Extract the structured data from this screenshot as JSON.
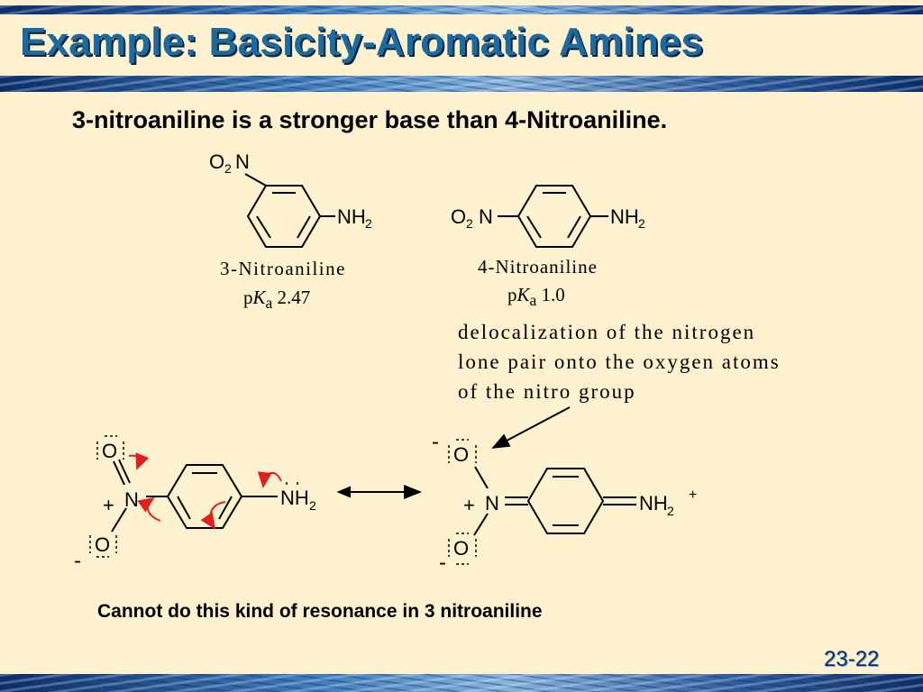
{
  "title": "Example: Basicity-Aromatic Amines",
  "subtitle": "3-nitroaniline is a stronger base than 4-Nitroaniline.",
  "molecules": {
    "three_nitroaniline": {
      "name": "3-Nitroaniline",
      "pka_prefix": "p",
      "pka_K": "K",
      "pka_sub": "a",
      "pka_value": "2.47",
      "substituent_O": "O",
      "substituent_O_sub": "2",
      "substituent_N": "N",
      "amine": "NH",
      "amine_sub": "2"
    },
    "four_nitroaniline": {
      "name": "4-Nitroaniline",
      "pka_prefix": "p",
      "pka_K": "K",
      "pka_sub": "a",
      "pka_value": "1.0",
      "substituent_O": "O",
      "substituent_O_sub": "2",
      "substituent_N": "N",
      "amine": "NH",
      "amine_sub": "2"
    }
  },
  "note_lines": [
    "delocalization of the nitrogen",
    "lone pair onto the oxygen atoms",
    "of the nitro group"
  ],
  "resonance": {
    "oxygen": "O",
    "nitrogen": "N",
    "amine": "NH",
    "amine_sub": "2",
    "plus": "+",
    "minus": "-"
  },
  "bottom_note": "Cannot do this kind of resonance in 3 nitroaniline",
  "slide_number": "23-22",
  "colors": {
    "background": "#fdf1cf",
    "title": "#1b6aa0",
    "arrow_red": "#e0201c"
  }
}
